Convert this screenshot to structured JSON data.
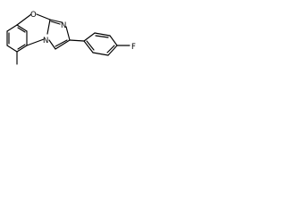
{
  "molecule": {
    "atoms": {
      "oxygen": "O",
      "n_bridge": "N",
      "n_ring": "N",
      "fluorine": "F"
    }
  },
  "colors": {
    "bond": "#000000",
    "background": "#ffffff"
  }
}
